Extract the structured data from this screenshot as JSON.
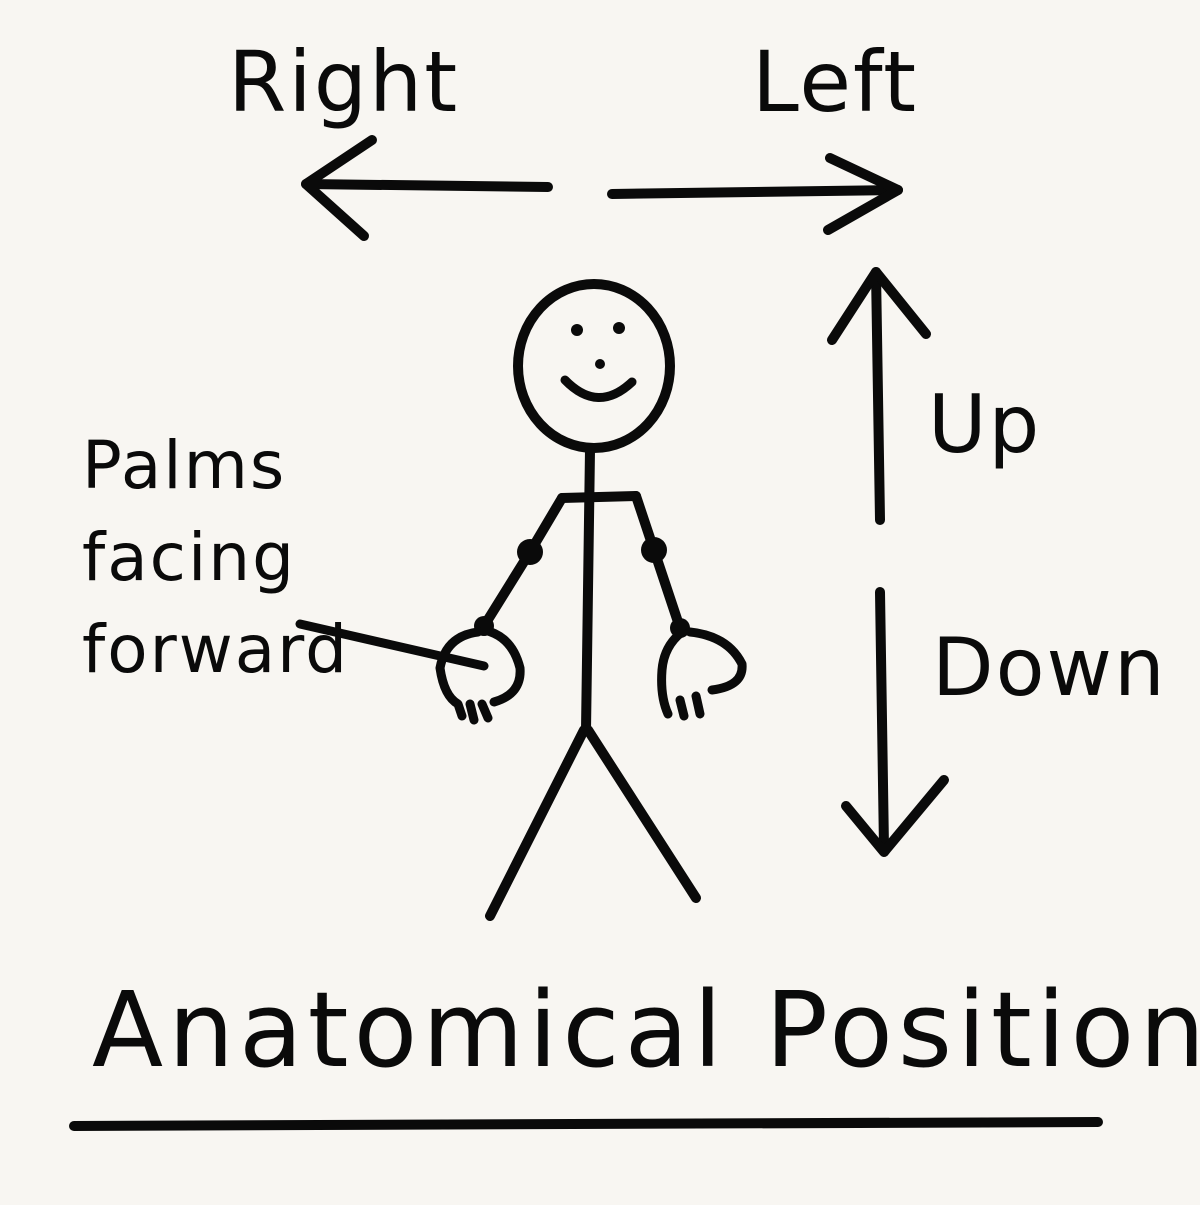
{
  "labels": {
    "right": "Right",
    "left": "Left",
    "up": "Up",
    "down": "Down",
    "palms_line1": "Palms",
    "palms_line2": "facing",
    "palms_line3": "forward"
  },
  "title": "Anatomical Position",
  "colors": {
    "background": "#f8f6f2",
    "ink": "#0a0a0a"
  }
}
